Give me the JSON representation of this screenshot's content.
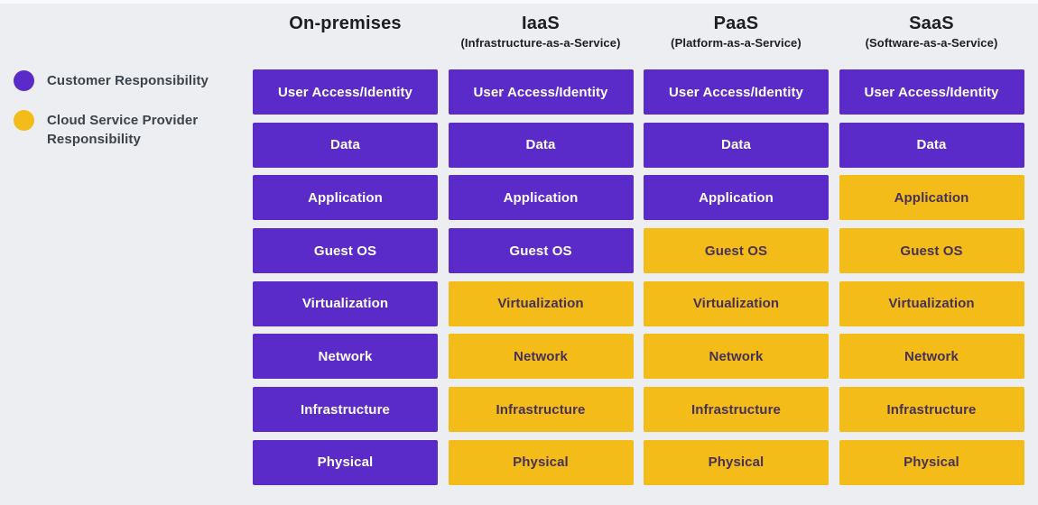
{
  "colors": {
    "background": "#ECEEF1",
    "customer": "#5B2BC9",
    "provider": "#F3BC18",
    "header_text": "#1B1E23",
    "legend_text": "#3C434B",
    "text_on_customer": "#FFFFFF",
    "text_on_provider": "#473156"
  },
  "legend": {
    "items": [
      {
        "label": "Customer Responsibility",
        "type": "customer"
      },
      {
        "label": "Cloud Service Provider Responsibility",
        "type": "provider"
      }
    ]
  },
  "columns": [
    {
      "title": "On-premises",
      "subtitle": ""
    },
    {
      "title": "IaaS",
      "subtitle": "(Infrastructure-as-a-Service)"
    },
    {
      "title": "PaaS",
      "subtitle": "(Platform-as-a-Service)"
    },
    {
      "title": "SaaS",
      "subtitle": "(Software-as-a-Service)"
    }
  ],
  "rows": [
    "User Access/Identity",
    "Data",
    "Application",
    "Guest OS",
    "Virtualization",
    "Network",
    "Infrastructure",
    "Physical"
  ],
  "matrix": [
    [
      "customer",
      "customer",
      "customer",
      "customer"
    ],
    [
      "customer",
      "customer",
      "customer",
      "customer"
    ],
    [
      "customer",
      "customer",
      "customer",
      "provider"
    ],
    [
      "customer",
      "customer",
      "provider",
      "provider"
    ],
    [
      "customer",
      "provider",
      "provider",
      "provider"
    ],
    [
      "customer",
      "provider",
      "provider",
      "provider"
    ],
    [
      "customer",
      "provider",
      "provider",
      "provider"
    ],
    [
      "customer",
      "provider",
      "provider",
      "provider"
    ]
  ]
}
